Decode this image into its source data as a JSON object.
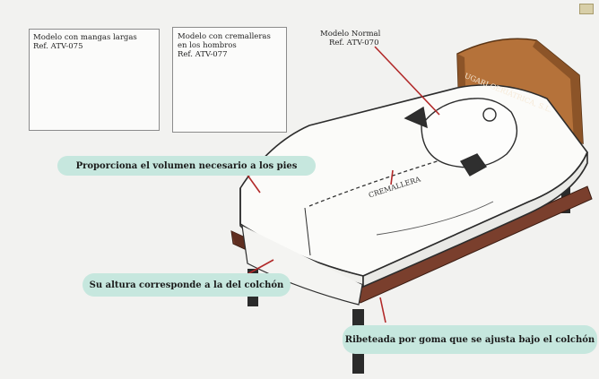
{
  "insets": [
    {
      "lines": [
        "Modelo con mangas largas",
        "Ref. ATV-075"
      ]
    },
    {
      "lines": [
        "Modelo con cremalleras",
        "en los hombros",
        "Ref. ATV-077"
      ]
    }
  ],
  "normal_model": {
    "lines": [
      "Modelo Normal",
      "Ref. ATV-070"
    ]
  },
  "headboard_text": "UGARI GERIÁTRICA, S.L.",
  "zipper_text": "CREMALLERA",
  "callouts": [
    {
      "text": "Proporciona el volumen necesario a los pies"
    },
    {
      "text": "Su altura corresponde a la del colchón"
    },
    {
      "text": "Ribeteada por goma que se ajusta bajo el colchón"
    }
  ]
}
